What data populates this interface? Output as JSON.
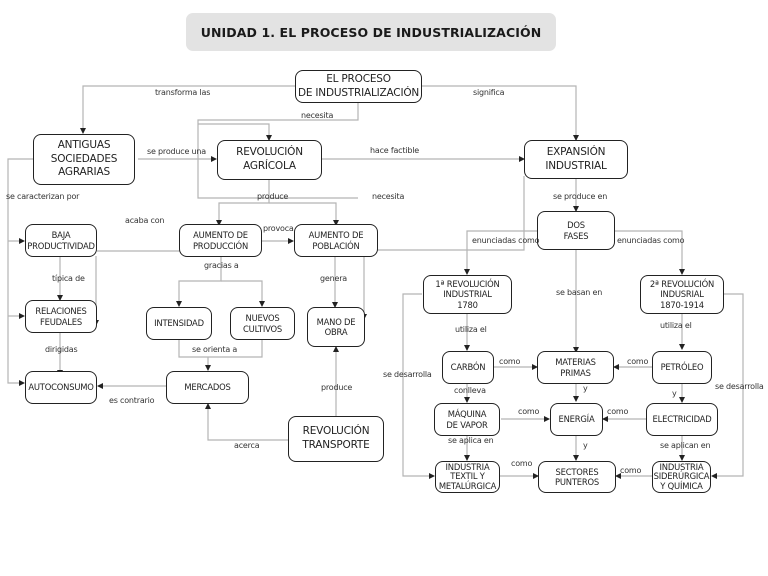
{
  "title": "UNIDAD 1. EL PROCESO DE INDUSTRIALIZACIÓN",
  "nodes": {
    "proceso": "EL PROCESO\nDE INDUSTRIALIZACIÓN",
    "antiguas": "ANTIGUAS\nSOCIEDADES\nAGRARIAS",
    "rev_agricola": "REVOLUCIÓN\nAGRÍCOLA",
    "expansion": "EXPANSIÓN\nINDUSTRIAL",
    "baja_prod": "BAJA\nPRODUCTIVIDAD",
    "aum_produccion": "AUMENTO DE\nPRODUCCIÓN",
    "aum_poblacion": "AUMENTO DE\nPOBLACIÓN",
    "dos_fases": "DOS\nFASES",
    "relaciones": "RELACIONES\nFEUDALES",
    "intensidad": "INTENSIDAD",
    "nuevos_cultivos": "NUEVOS\nCULTIVOS",
    "mano_obra": "MANO DE\nOBRA",
    "rev1": "1ª REVOLUCIÓN\nINDUSTRIAL\n1780",
    "rev2": "2ª REVOLUCIÓN\nINDUSRIAL\n1870-1914",
    "autoconsumo": "AUTOCONSUMO",
    "mercados": "MERCADOS",
    "carbon": "CARBÓN",
    "materias": "MATERIAS\nPRIMAS",
    "petroleo": "PETRÓLEO",
    "maquina": "MÁQUINA\nDE VAPOR",
    "energia": "ENERGÍA",
    "electricidad": "ELECTRICIDAD",
    "rev_transporte": "REVOLUCIÓN\nTRANSPORTE",
    "ind_textil": "INDUSTRIA\nTEXTIL Y\nMETALÚRGICA",
    "sectores": "SECTORES\nPUNTEROS",
    "ind_siderurgica": "INDUSTRIA\nSIDERÚRGICA\nY QUÍMICA"
  },
  "links": {
    "transforma_las": "transforma las",
    "significa": "significa",
    "necesita_1": "necesita",
    "se_produce_una": "se produce una",
    "hace_factible": "hace factible",
    "se_caracterizan_por": "se caracterizan por",
    "produce_1": "produce",
    "necesita_2": "necesita",
    "se_produce_en": "se produce en",
    "acaba_con": "acaba con",
    "provoca": "provoca",
    "enunciadas_como_1": "enunciadas como",
    "enunciadas_como_2": "enunciadas como",
    "tipica_de": "típica de",
    "gracias_a": "gracias a",
    "genera": "genera",
    "se_basan_en": "se basan en",
    "utiliza_el_1": "utiliza el",
    "utiliza_el_2": "utiliza el",
    "dirigidas": "dirigidas",
    "se_orienta_a": "se orienta a",
    "como_1": "como",
    "como_2": "como",
    "se_desarrolla_1": "se desarrolla",
    "se_desarrolla_2": "se desarrolla",
    "es_contrario": "es contrario",
    "produce_2": "produce",
    "conlleva": "conlleva",
    "y_1": "y",
    "y_2": "y",
    "como_3": "como",
    "como_4": "como",
    "acerca": "acerca",
    "se_aplica_en": "se aplica en",
    "se_aplican_en": "se aplican en",
    "y_3": "y",
    "como_5": "como",
    "como_6": "como"
  },
  "colors": {
    "line": "#b4b4b4",
    "border": "#222222",
    "banner": "#e3e3e3"
  }
}
